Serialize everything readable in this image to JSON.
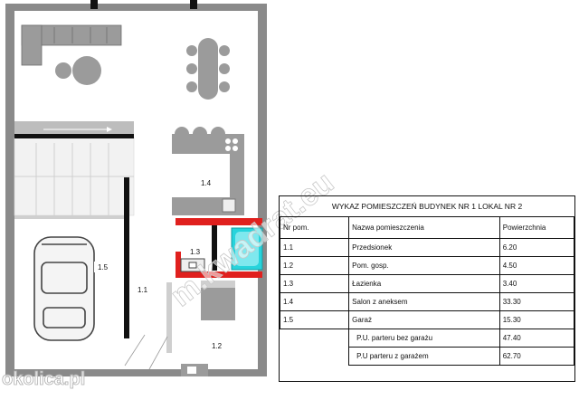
{
  "table": {
    "title": "WYKAZ POMIESZCZEŃ BUDYNEK NR 1 LOKAL NR 2",
    "headers": [
      "Nr pom.",
      "Nazwa pomieszczenia",
      "Powierzchnia"
    ],
    "rows": [
      {
        "nr": "1.1",
        "name": "Przedsionek",
        "area": "6.20"
      },
      {
        "nr": "1.2",
        "name": "Pom. gosp.",
        "area": "4.50"
      },
      {
        "nr": "1.3",
        "name": "Łazienka",
        "area": "3.40"
      },
      {
        "nr": "1.4",
        "name": "Salon z aneksem",
        "area": "33.30"
      },
      {
        "nr": "1.5",
        "name": "Garaż",
        "area": "15.30"
      }
    ],
    "summary": [
      {
        "label": "P.U.     parteru bez garażu",
        "area": "47.40"
      },
      {
        "label": "P.U parteru z garażem",
        "area": "62.70"
      }
    ]
  },
  "room_labels": {
    "r14": "1.4",
    "r13": "1.3",
    "r15": "1.5",
    "r11": "1.1",
    "r12": "1.2"
  },
  "watermarks": {
    "diagonal": "m.kwadrat.eu",
    "corner": "okolica.pl"
  },
  "colors": {
    "wall": "#8a8a8a",
    "wall_dark": "#111111",
    "accent_red": "#e0201e",
    "bath_cyan": "#27d4dc",
    "furniture": "#9b9b9b"
  }
}
